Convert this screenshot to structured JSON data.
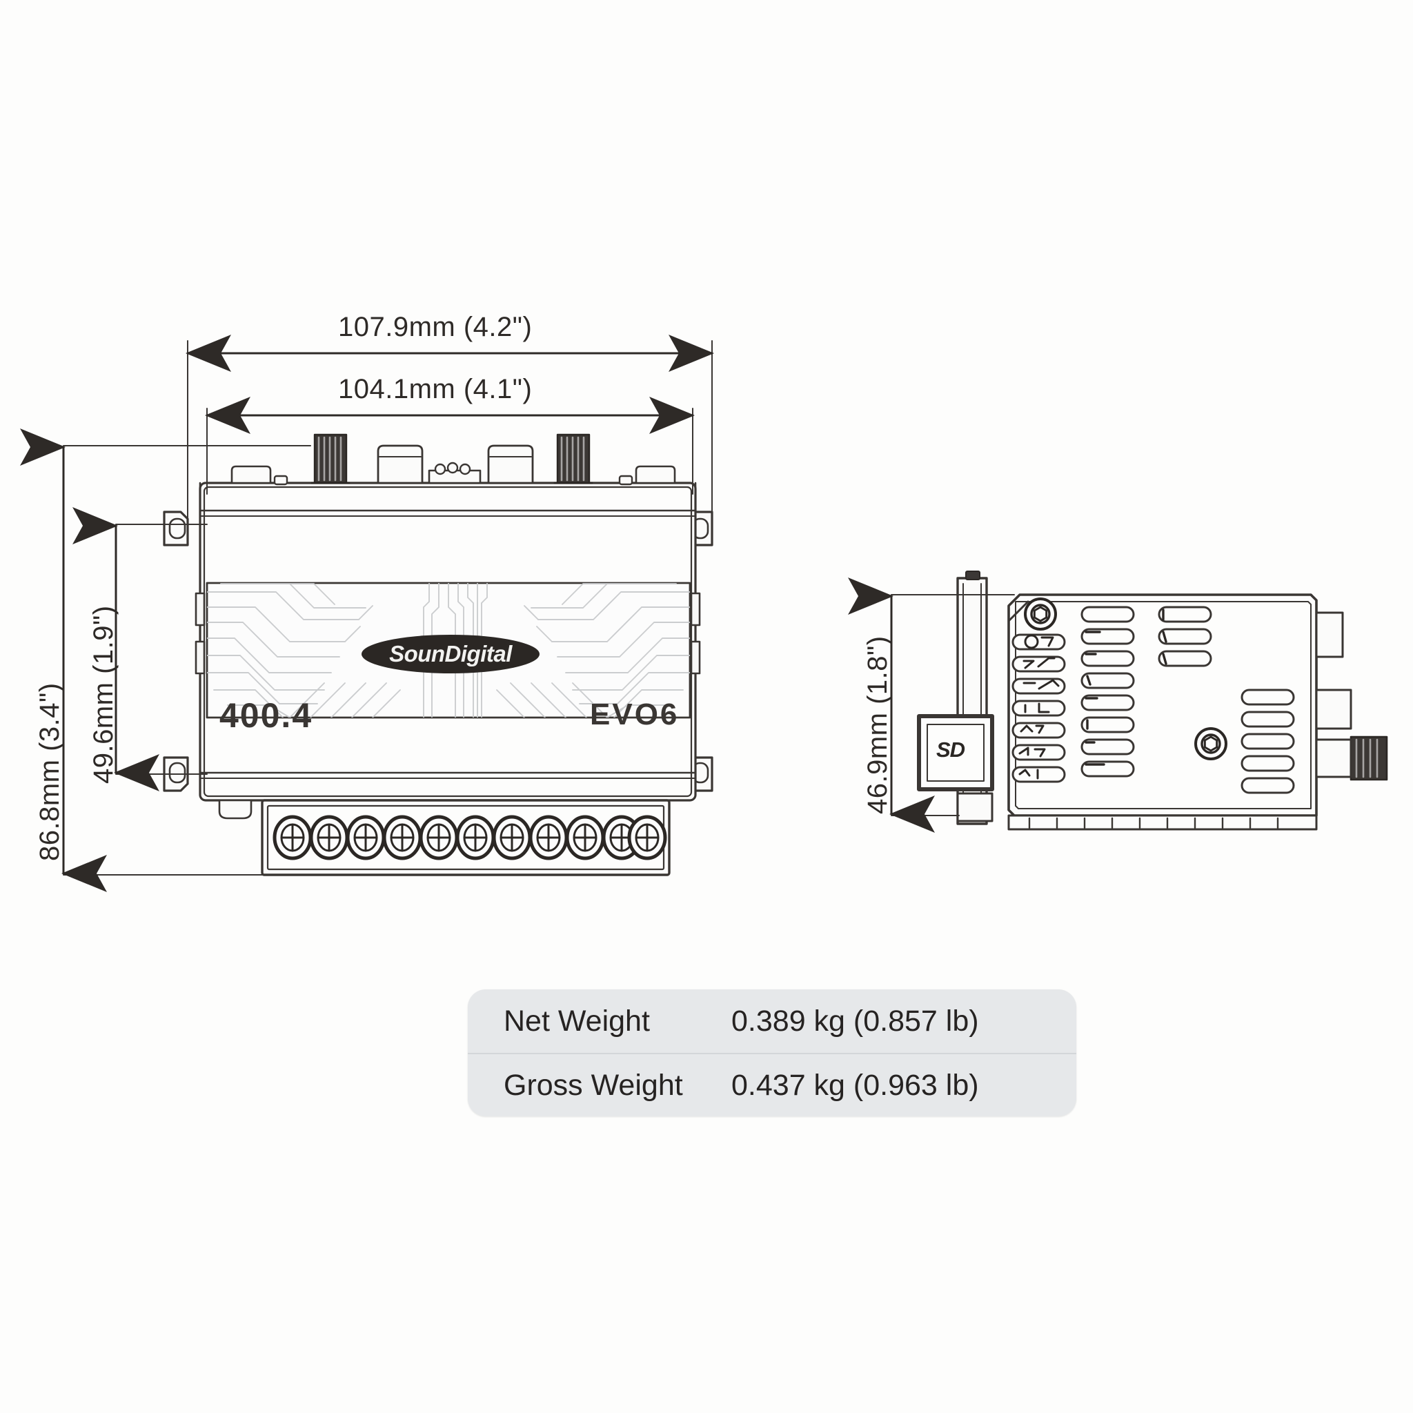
{
  "drawing": {
    "title": "SounDigital 400.4 EVO6 amplifier dimensional drawing",
    "line_color": "#3a3633",
    "fill_color": "#fbfbfa",
    "background": "#fdfdfc"
  },
  "product": {
    "brand": "SounDigital",
    "model": "400.4",
    "series": "EVO6",
    "sd_badge": "SD"
  },
  "dimensions": {
    "top_outer_width": "107.9mm (4.2\")",
    "top_inner_width": "104.1mm (4.1\")",
    "left_outer_height": "86.8mm (3.4\")",
    "left_inner_height": "49.6mm (1.9\")",
    "side_height": "46.9mm (1.8\")"
  },
  "weights": {
    "rows": [
      {
        "label": "Net Weight",
        "value": "0.389 kg (0.857 lb)"
      },
      {
        "label": "Gross Weight",
        "value": "0.437 kg (0.963 lb)"
      }
    ]
  },
  "views": {
    "top_view_name": "top-view",
    "side_view_name": "side-view"
  },
  "hardware": {
    "terminal_screw_count": 11,
    "knob_count": 2,
    "rca_jack_count": 2
  }
}
